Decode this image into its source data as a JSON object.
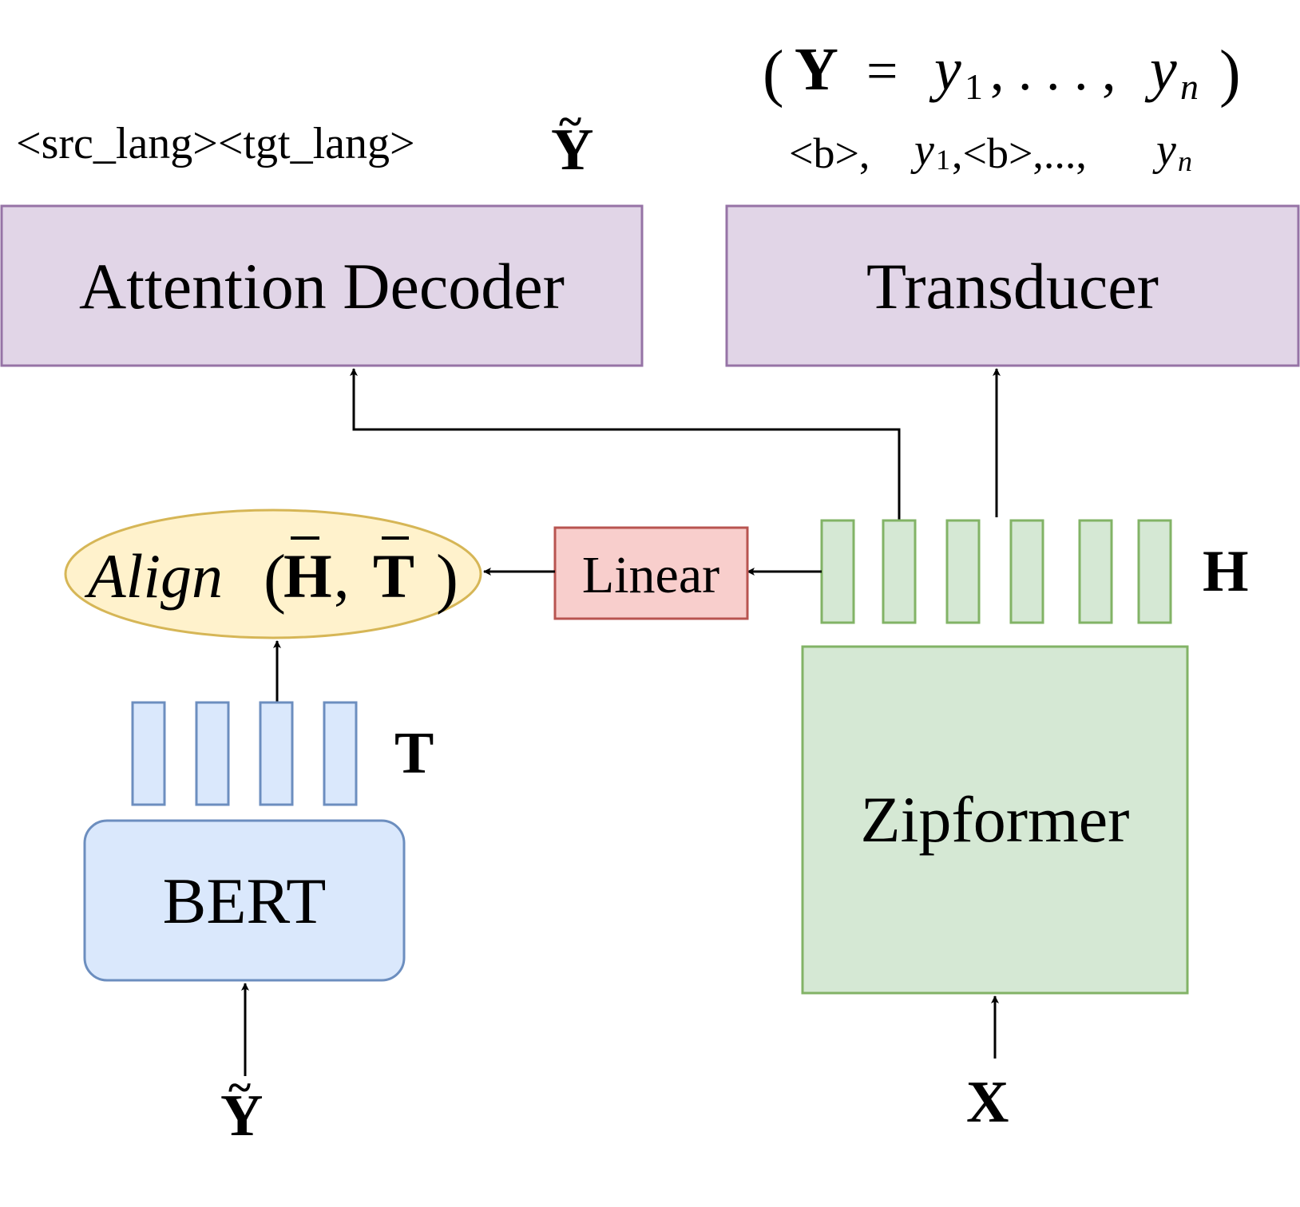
{
  "colors": {
    "purple_fill": "#e1d5e7",
    "purple_stroke": "#9673a6",
    "green_fill": "#d5e8d4",
    "green_stroke": "#82b366",
    "blue_fill": "#dae8fc",
    "blue_stroke": "#6c8ebf",
    "red_fill": "#f8cecc",
    "red_stroke": "#b85450",
    "yellow_fill": "#fff2cc",
    "yellow_stroke": "#d6b656",
    "line": "#000000"
  },
  "blocks": {
    "attention_decoder": "Attention Decoder",
    "transducer": "Transducer",
    "linear": "Linear",
    "zipformer": "Zipformer",
    "bert": "BERT"
  },
  "align": {
    "func": "Align",
    "open": "(",
    "h": "H",
    "comma": ",",
    "t": "T",
    "close": ")"
  },
  "labels": {
    "H": "H",
    "T": "T",
    "X": "X",
    "Y_tilde": "Y",
    "tilde": "~"
  },
  "decoder_target": {
    "prefix": "<src_lang><tgt_lang>",
    "symbol": "Y"
  },
  "transducer_target": {
    "line1": {
      "open": "(",
      "Y": "Y",
      "eq": "=",
      "y1": "y",
      "sub1": "1",
      "dots": ", . . . ,",
      "yn": "y",
      "subn": "n",
      "close": ")"
    },
    "line2": {
      "b1": "<b>, ",
      "y1": "y",
      "sub1": "1",
      "b2": ",<b>,..., ",
      "yn": "y",
      "subn": "n"
    }
  }
}
